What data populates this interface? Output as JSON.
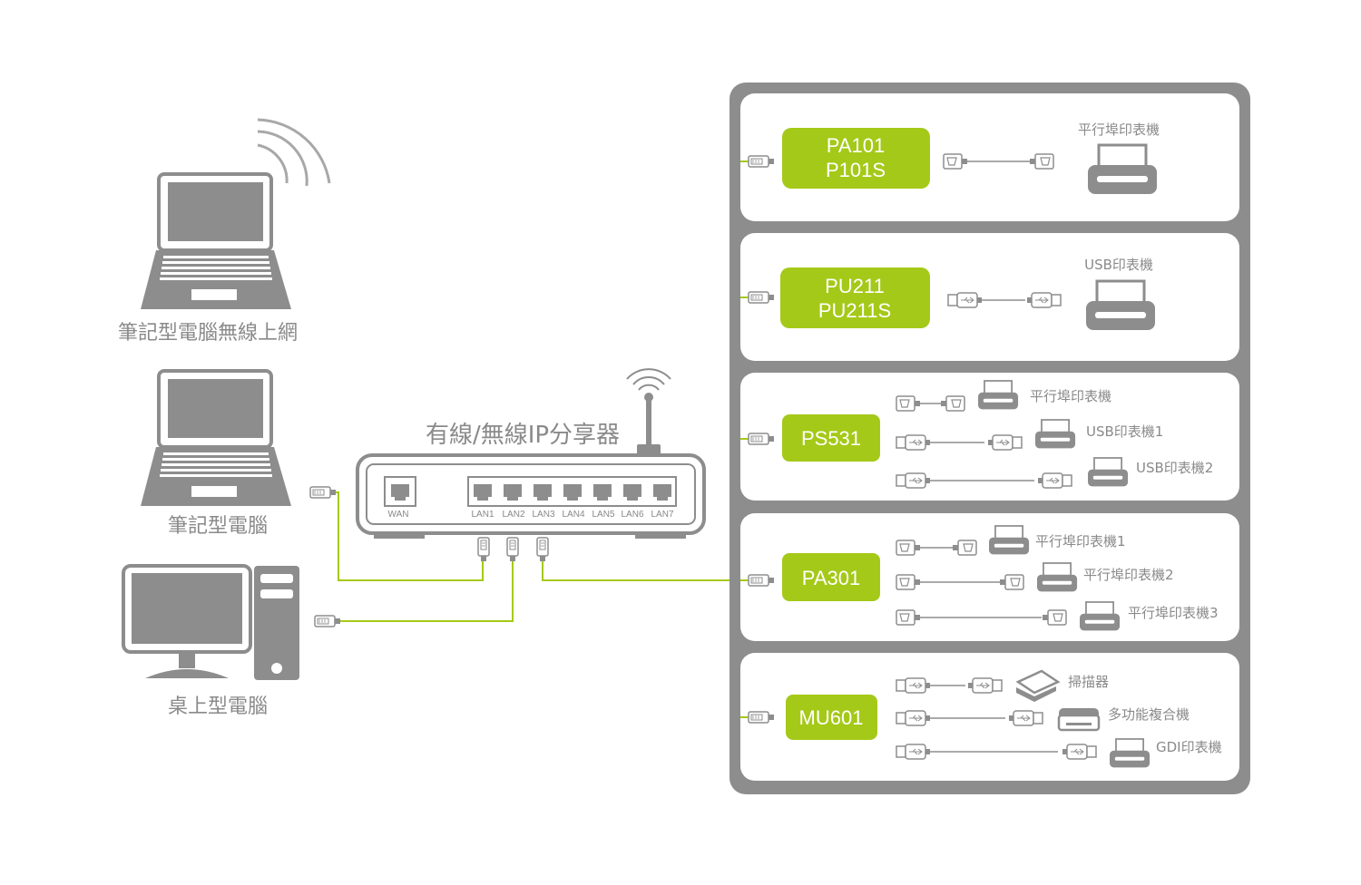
{
  "colors": {
    "accent": "#a5c918",
    "gray": "#8d8d8d",
    "light_gray": "#cccccc",
    "panel_frame": "#8d8d8d",
    "text": "#8a8a8a"
  },
  "labels": {
    "laptop_wireless": "筆記型電腦無線上網",
    "laptop": "筆記型電腦",
    "desktop": "桌上型電腦",
    "router": "有線/無線IP分享器"
  },
  "router_ports": {
    "wan": "WAN",
    "lan": [
      "LAN1",
      "LAN2",
      "LAN3",
      "LAN4",
      "LAN5",
      "LAN6",
      "LAN7"
    ]
  },
  "panels": [
    {
      "model": [
        "PA101",
        "P101S"
      ],
      "devices": [
        "平行埠印表機"
      ]
    },
    {
      "model": [
        "PU211",
        "PU211S"
      ],
      "devices": [
        "USB印表機"
      ]
    },
    {
      "model": [
        "PS531"
      ],
      "devices": [
        "平行埠印表機",
        "USB印表機1",
        "USB印表機2"
      ]
    },
    {
      "model": [
        "PA301"
      ],
      "devices": [
        "平行埠印表機1",
        "平行埠印表機2",
        "平行埠印表機3"
      ]
    },
    {
      "model": [
        "MU601"
      ],
      "devices": [
        "掃描器",
        "多功能複合機",
        "GDI印表機"
      ]
    }
  ]
}
